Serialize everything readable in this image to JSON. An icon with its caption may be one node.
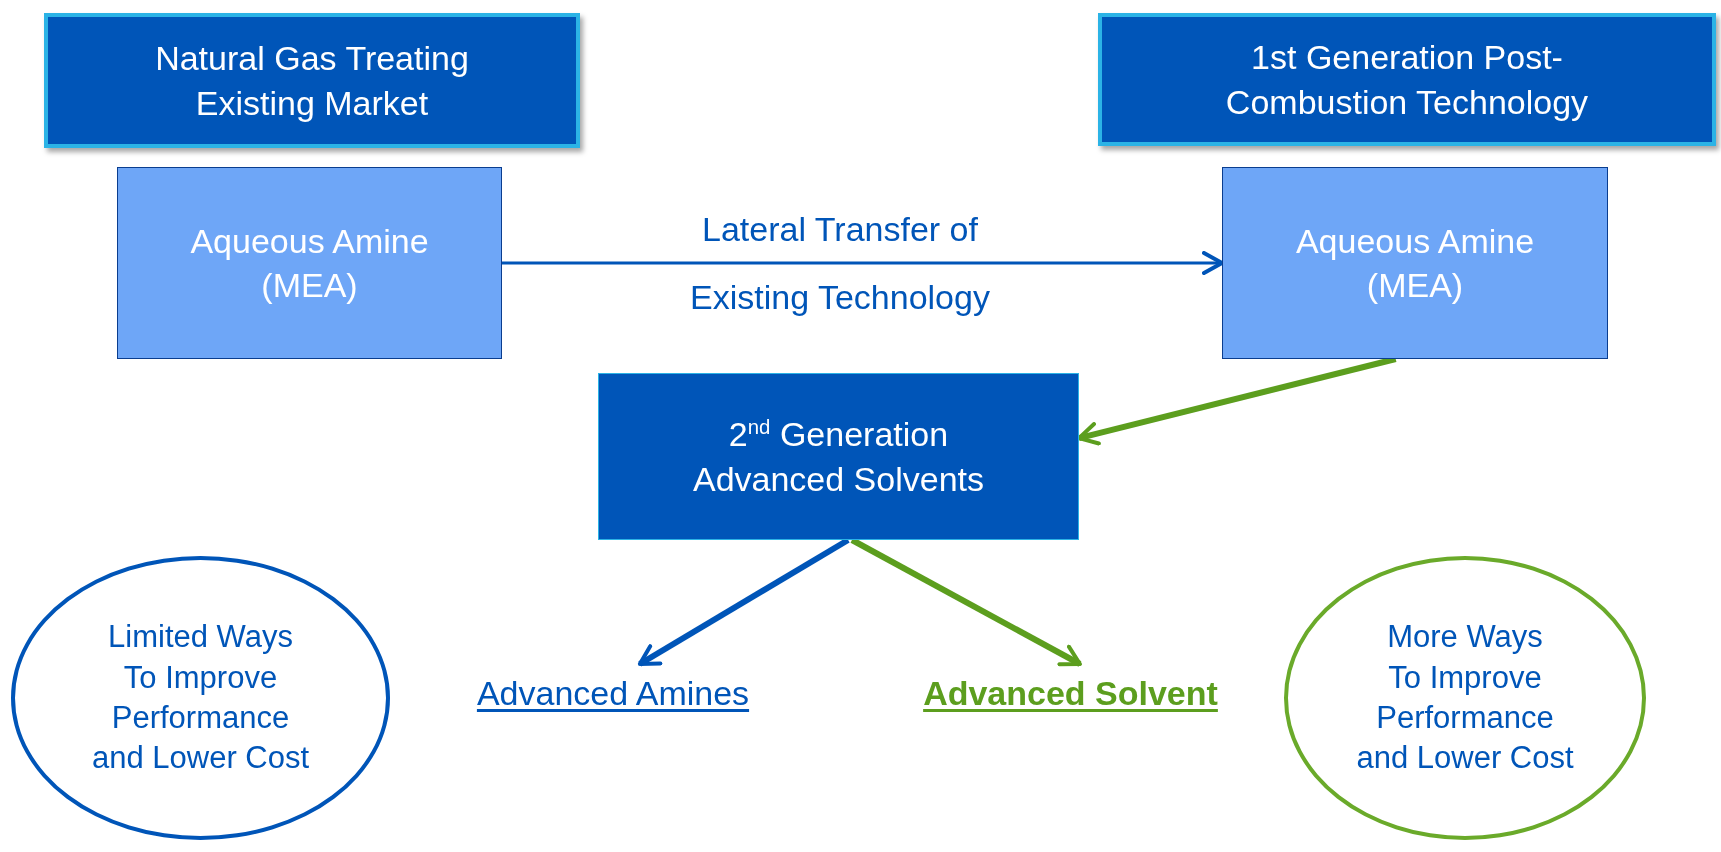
{
  "diagram": {
    "nodes": [
      {
        "text": [
          "Natural Gas Treating Existing Market"
        ]
      },
      {
        "text": [
          "Aqueous Amine (MEA)"
        ]
      },
      {
        "text": [
          "1st Generation Post-Combustion Technology"
        ]
      },
      {
        "text": [
          "Aqueous Amine (MEA)"
        ]
      },
      {
        "text": [
          "2$^{nd}$ Generation Advanced Solvents"
        ]
      },
      {
        "text": [
          "Advanced Amines"
        ]
      },
      {
        "text": [
          "Advanced Solvent"
        ]
      },
      {
        "text": [
          "Limited Ways To Improve Performance and Lower Cost"
        ]
      },
      {
        "text": [
          "More Ways To Improve Performance and Lower Cost"
        ]
      }
    ],
    "edges": [
      {
        "from": 1,
        "to": 3,
        "arrow": "to",
        "label": "Lateral Transfer of Existing Technology",
        "color": "#0055b8"
      },
      {
        "from": 3,
        "to": 4,
        "arrow": "to",
        "color": "#5c9e1e"
      },
      {
        "from": 4,
        "to": 5,
        "arrow": "to",
        "color": "#0055b8"
      },
      {
        "from": 4,
        "to": 6,
        "arrow": "to",
        "color": "#5c9e1e"
      }
    ]
  }
}
